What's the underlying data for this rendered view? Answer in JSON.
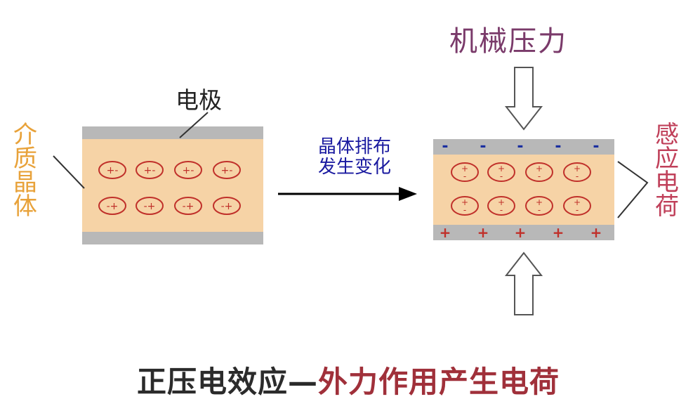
{
  "labels": {
    "left_vertical": [
      "介",
      "质",
      "晶",
      "体"
    ],
    "electrode": "电极",
    "change_line1": "晶体排布",
    "change_line2": "发生变化",
    "mech_pressure": "机械压力",
    "right_vertical": [
      "感",
      "应",
      "电",
      "荷"
    ],
    "caption_part1": "正压电效应—",
    "caption_part2": "外力作用产生电荷"
  },
  "left_dipole_rows": [
    [
      "+-",
      "+-",
      "+-",
      "+-"
    ],
    [
      "-+",
      "-+",
      "-+",
      "-+"
    ]
  ],
  "right_dipoles_symbol": [
    "+",
    "-"
  ],
  "right_top_charges": [
    "-",
    "-",
    "-",
    "-",
    "-"
  ],
  "right_bottom_charges": [
    "+",
    "+",
    "+",
    "+",
    "+"
  ],
  "colors": {
    "crystal_fill": "#f6d3a6",
    "electrode_gray": "#b8b8b8",
    "dipole_red": "#c0302a",
    "arrow_black": "#000000",
    "left_label": "#e8a23a",
    "right_label": "#c0405a",
    "mech_label": "#7a3a6a",
    "change_label": "#1a1aa0"
  }
}
